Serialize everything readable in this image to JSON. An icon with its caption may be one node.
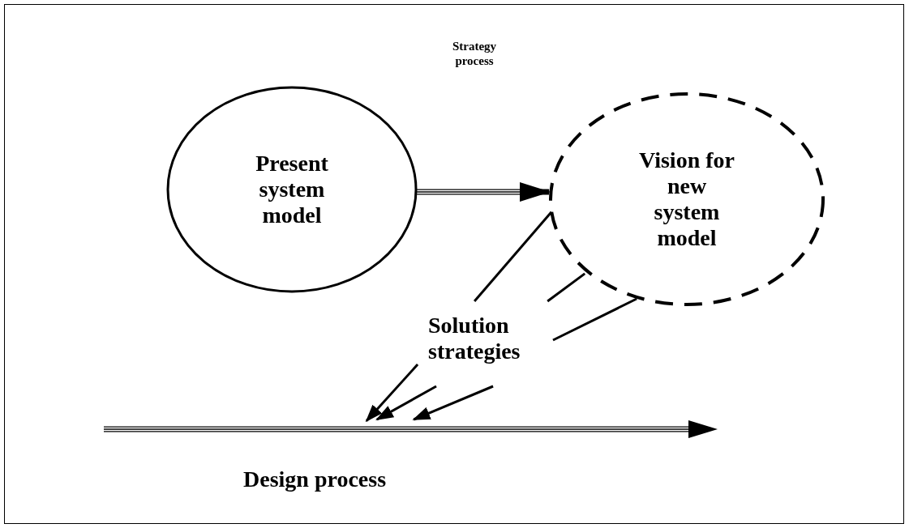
{
  "diagram": {
    "nodes": [
      {
        "text": [
          "Present system model"
        ]
      },
      {
        "text": [
          "Vision for new system model"
        ]
      },
      {
        "text": [
          "Solution strategies"
        ]
      },
      {
        "text": [
          "Design process"
        ]
      }
    ],
    "edges": [
      {
        "from": 0,
        "to": 1,
        "arrow": "to",
        "style": "thick"
      },
      {
        "from": 1,
        "to": 2,
        "arrow": "none"
      },
      {
        "from": 1,
        "to": 2,
        "arrow": "none"
      },
      {
        "from": 1,
        "to": 2,
        "arrow": "none"
      },
      {
        "from": 2,
        "to": 3,
        "arrow": "to"
      },
      {
        "from": 2,
        "to": 3,
        "arrow": "to"
      },
      {
        "from": 2,
        "to": 3,
        "arrow": "to"
      }
    ],
    "labels": [
      "Strategy process"
    ]
  }
}
